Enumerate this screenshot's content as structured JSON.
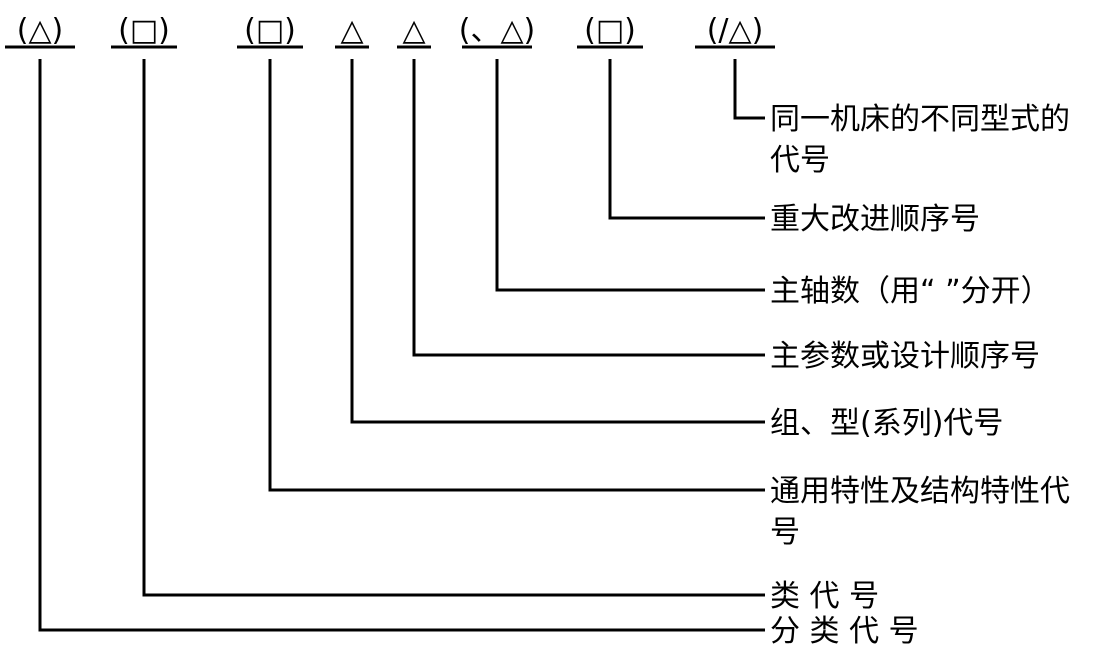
{
  "symbols": [
    "(△)",
    "(□)",
    "(□)",
    "△",
    "△",
    "(、△)",
    "(□)",
    "(/△)"
  ],
  "labels": [
    [
      "同一机床的不同型式的",
      "代号"
    ],
    [
      "重大改进顺序号"
    ],
    [
      "主轴数（用“  ”分开）"
    ],
    [
      "主参数或设计顺序号"
    ],
    [
      "组、型(系列)代号"
    ],
    [
      "通用特性及结构特性代",
      "号"
    ],
    [
      "类 代 号"
    ],
    [
      "分 类 代 号"
    ]
  ]
}
